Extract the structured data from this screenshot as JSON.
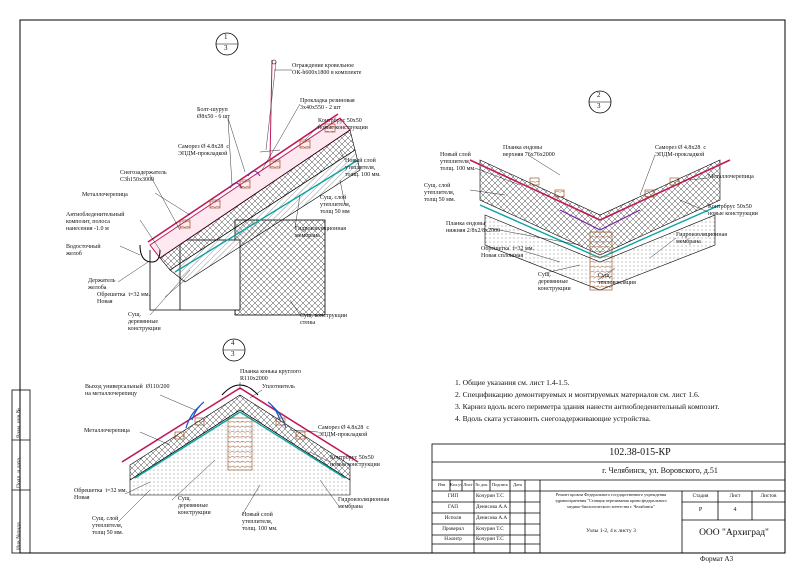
{
  "callouts": {
    "d1_num": "1",
    "d1_sheet": "3",
    "d2_num": "2",
    "d2_sheet": "3",
    "d3_num": "4",
    "d3_sheet": "3"
  },
  "detail1": {
    "fence": "Ограждение кровельное\nОК-h600x1800 в комплекте",
    "bolt": "Болт-шуруп\nØ8x50 - 6 шт",
    "gasket": "Прокладка резиновая\n3x40x550 - 2 шт",
    "screw": "Саморез Ø 4.8x28  с\nЭПДМ-прокладкой",
    "counter": "Контрбрус 50x50\nновые конструкции",
    "snowguard": "Снегозадержатель\nС3h150x3000",
    "new_layer": "Новый слой\nутеплителя,\nтолщ. 100 мм.",
    "metal": "Металлочерепица",
    "exist_ins": "Сущ. слой\nутеплителя,\nтолщ 50 мм",
    "antiice": "Антиобледенительный\nкомпозит, полоса\nнанесения -1.0 м",
    "membrane": "Гидроизоляционная\nмембрана",
    "gutter": "Водосточный\nжелоб",
    "holder": "Держатель\nжелоба",
    "board": "Обрешетка  t=32 мм.\nНовая",
    "wood": "Сущ.\nдеревянные\nконструкции",
    "wall": "Сущ. конструкции\nстены"
  },
  "detail2": {
    "valley_top": "Планка ендовы\nверхняя 76x76x2000",
    "screw": "Саморез Ø 4.8x28  с\nЭПДМ-прокладкой",
    "new_layer": "Новый слой\nутеплителя,\nтолщ. 100 мм.",
    "metal": "Металлочерепица",
    "exist_ins": "Сущ. слой\nутеплителя,\nтолщ 50 мм.",
    "counter": "Контрбрус 50x50\nновые конструкции",
    "valley_bottom": "Планка ендовы\nнижняя 2/8x2/8x2000",
    "membrane": "Гидроизоляционная\nмембрана",
    "board": "Обрешетка  t=32 мм.\nНовая сплошная",
    "wood": "Сущ.\nдеревянные\nконструкции",
    "exist_heat": "Сущ.\nтеплоизоляция"
  },
  "detail4": {
    "ridge": "Планка конька круглого\nR110x2000",
    "seal": "Уплотнитель",
    "outlet": "Выход универсальный  Ø110/200\nна металлочерепицу",
    "metal": "Металлочерепица",
    "screw": "Саморез Ø 4.8x28  с\nЭПДМ-прокладкой",
    "counter": "Контрбрус 50x50\nновые конструкции",
    "board": "Обрешетка  t=32 мм.\nНовая",
    "wood": "Сущ.\nдеревянные\nконструкции",
    "membrane": "Гидроизоляционная\nмембрана",
    "exist_ins": "Сущ. слой\nутеплителя,\nтолщ 50 мм.",
    "new_layer": "Новый слой\nутеплителя,\nтолщ. 100 мм."
  },
  "notes": [
    "1. Общие указания см. лист 1.4-1.5.",
    "2. Спецификацию демонтируемых и монтируемых материалов см. лист 1.6.",
    "3. Карниз вдоль всего периметра здания нанести антиобледенительный композит.",
    "4. Вдоль ската установить снегозадерживающие устройства."
  ],
  "title_block": {
    "code": "102.38-015-КР",
    "address": "г. Челябинск, ул. Воровского, д.51",
    "project": "Ремонт кровли Федерального государственного учреждения\nздравоохранения \"Станция переливания крови федерального\nмедико-биологического агентства г. Челябинск\"",
    "sheet_title": "Узлы 1-2, 4 к листу 3",
    "company": "ООО \"Архиград\"",
    "head": [
      "Изм",
      "Кол.уч",
      "Лист",
      "№ док.",
      "Подпись",
      "Дата"
    ],
    "roles": [
      {
        "role": "ГИП",
        "name": "Кочурин Т.С"
      },
      {
        "role": "ГАП",
        "name": "Денисова А.А"
      },
      {
        "role": "Исполн",
        "name": "Денисова А.А"
      },
      {
        "role": "Проверил",
        "name": "Кочурин Т.С"
      },
      {
        "role": "Н.контр",
        "name": "Кочурин Т.С"
      }
    ],
    "stage_label": "Стадия",
    "sheet_label": "Лист",
    "sheets_label": "Листов",
    "stage": "Р",
    "sheet": "4",
    "sheets": ""
  },
  "format": "Формат А3",
  "side_stamps": [
    "Взам. инв.№",
    "Подп. и дата",
    "Инв.№подл."
  ]
}
